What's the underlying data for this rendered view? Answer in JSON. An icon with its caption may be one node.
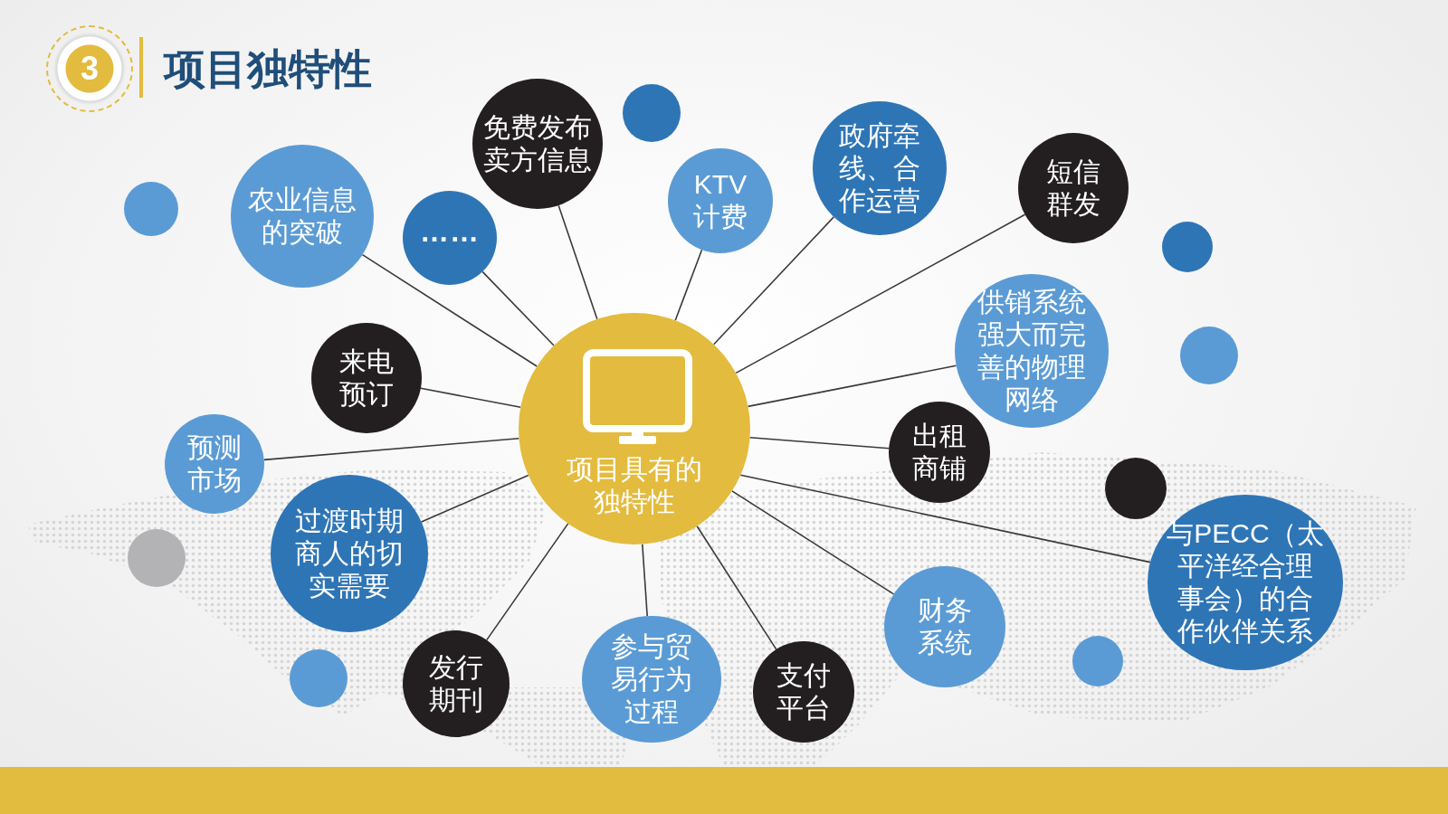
{
  "diagram": {
    "title": "项目独特性",
    "nodes": [
      {
        "text": [
          "3"
        ]
      },
      {
        "text": [
          "项目具有的独特性"
        ]
      },
      {
        "text": [
          "农业信息的突破"
        ]
      },
      {
        "text": [
          "……"
        ]
      },
      {
        "text": [
          "免费发布卖方信息"
        ]
      },
      {
        "text": [
          "KTV计费"
        ]
      },
      {
        "text": [
          "政府牵线、合作运营"
        ]
      },
      {
        "text": [
          "短信群发"
        ]
      },
      {
        "text": [
          "供销系统强大而完善的物理网络"
        ]
      },
      {
        "text": [
          "出租商铺"
        ]
      },
      {
        "text": [
          "与PECC（太平洋经合理事会）的合作伙伴关系"
        ]
      },
      {
        "text": [
          "财务系统"
        ]
      },
      {
        "text": [
          "支付平台"
        ]
      },
      {
        "text": [
          "参与贸易行为过程"
        ]
      },
      {
        "text": [
          "发行期刊"
        ]
      },
      {
        "text": [
          "过渡时期商人的切实需要"
        ]
      },
      {
        "text": [
          "预测市场"
        ]
      },
      {
        "text": [
          "来电预订"
        ]
      },
      {
        "text": [],
        "shape": "circle"
      },
      {
        "text": [],
        "shape": "circle"
      },
      {
        "text": [],
        "shape": "circle"
      },
      {
        "text": [],
        "shape": "circle"
      },
      {
        "text": [],
        "shape": "circle"
      },
      {
        "text": [],
        "shape": "circle"
      },
      {
        "text": [],
        "shape": "circle"
      },
      {
        "text": [],
        "shape": "circle"
      }
    ],
    "edges": [
      {
        "from": 1,
        "to": 2,
        "arrow": "none"
      },
      {
        "from": 1,
        "to": 3,
        "arrow": "none"
      },
      {
        "from": 1,
        "to": 4,
        "arrow": "none"
      },
      {
        "from": 1,
        "to": 5,
        "arrow": "none"
      },
      {
        "from": 1,
        "to": 6,
        "arrow": "none"
      },
      {
        "from": 1,
        "to": 7,
        "arrow": "none"
      },
      {
        "from": 1,
        "to": 8,
        "arrow": "none"
      },
      {
        "from": 1,
        "to": 9,
        "arrow": "none"
      },
      {
        "from": 1,
        "to": 10,
        "arrow": "none"
      },
      {
        "from": 1,
        "to": 11,
        "arrow": "none"
      },
      {
        "from": 1,
        "to": 12,
        "arrow": "none"
      },
      {
        "from": 1,
        "to": 13,
        "arrow": "none"
      },
      {
        "from": 1,
        "to": 14,
        "arrow": "none"
      },
      {
        "from": 1,
        "to": 15,
        "arrow": "none"
      },
      {
        "from": 1,
        "to": 16,
        "arrow": "none"
      },
      {
        "from": 1,
        "to": 17,
        "arrow": "none"
      }
    ]
  }
}
